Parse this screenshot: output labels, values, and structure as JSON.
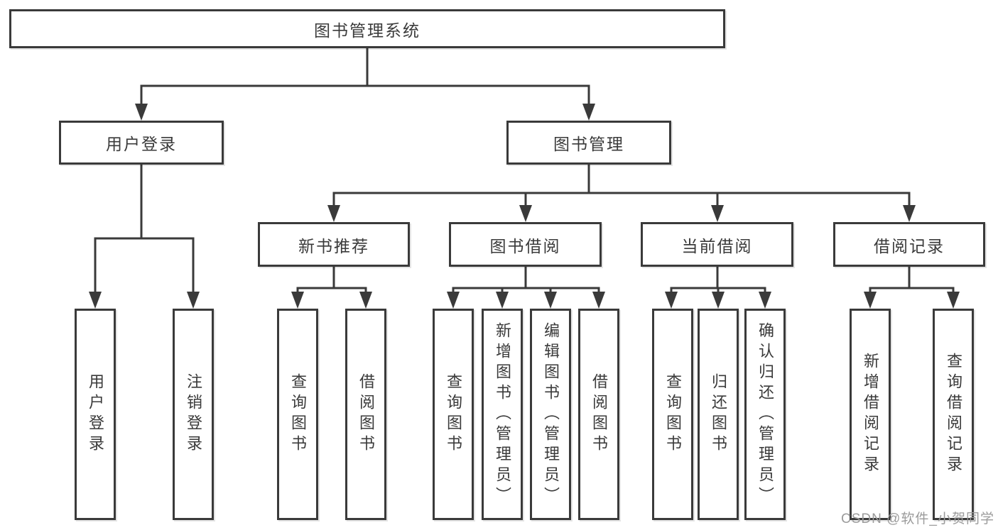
{
  "title": "图书管理系统",
  "level2": {
    "user_login": "用户登录",
    "book_mgmt": "图书管理"
  },
  "level3": {
    "new_books": "新书推荐",
    "borrowing": "图书借阅",
    "current": "当前借阅",
    "records": "借阅记录"
  },
  "leaves": {
    "login": "用户登录",
    "logout": "注销登录",
    "nb_query": "查询图书",
    "nb_borrow": "借阅图书",
    "bw_query": "查询图书",
    "bw_add": "新增图书（管理员）",
    "bw_edit": "编辑图书（管理员）",
    "bw_borrow": "借阅图书",
    "cur_query": "查询图书",
    "cur_return": "归还图书",
    "cur_confirm": "确认归还（管理员）",
    "rec_add": "新增借阅记录",
    "rec_query": "查询借阅记录"
  },
  "watermark": "CSDN @软件_小贺同学",
  "colors": {
    "line": "#3a3a3a",
    "text": "#3a3a3a",
    "box_bg": "#ffffff",
    "watermark": "#9b9b9b"
  }
}
